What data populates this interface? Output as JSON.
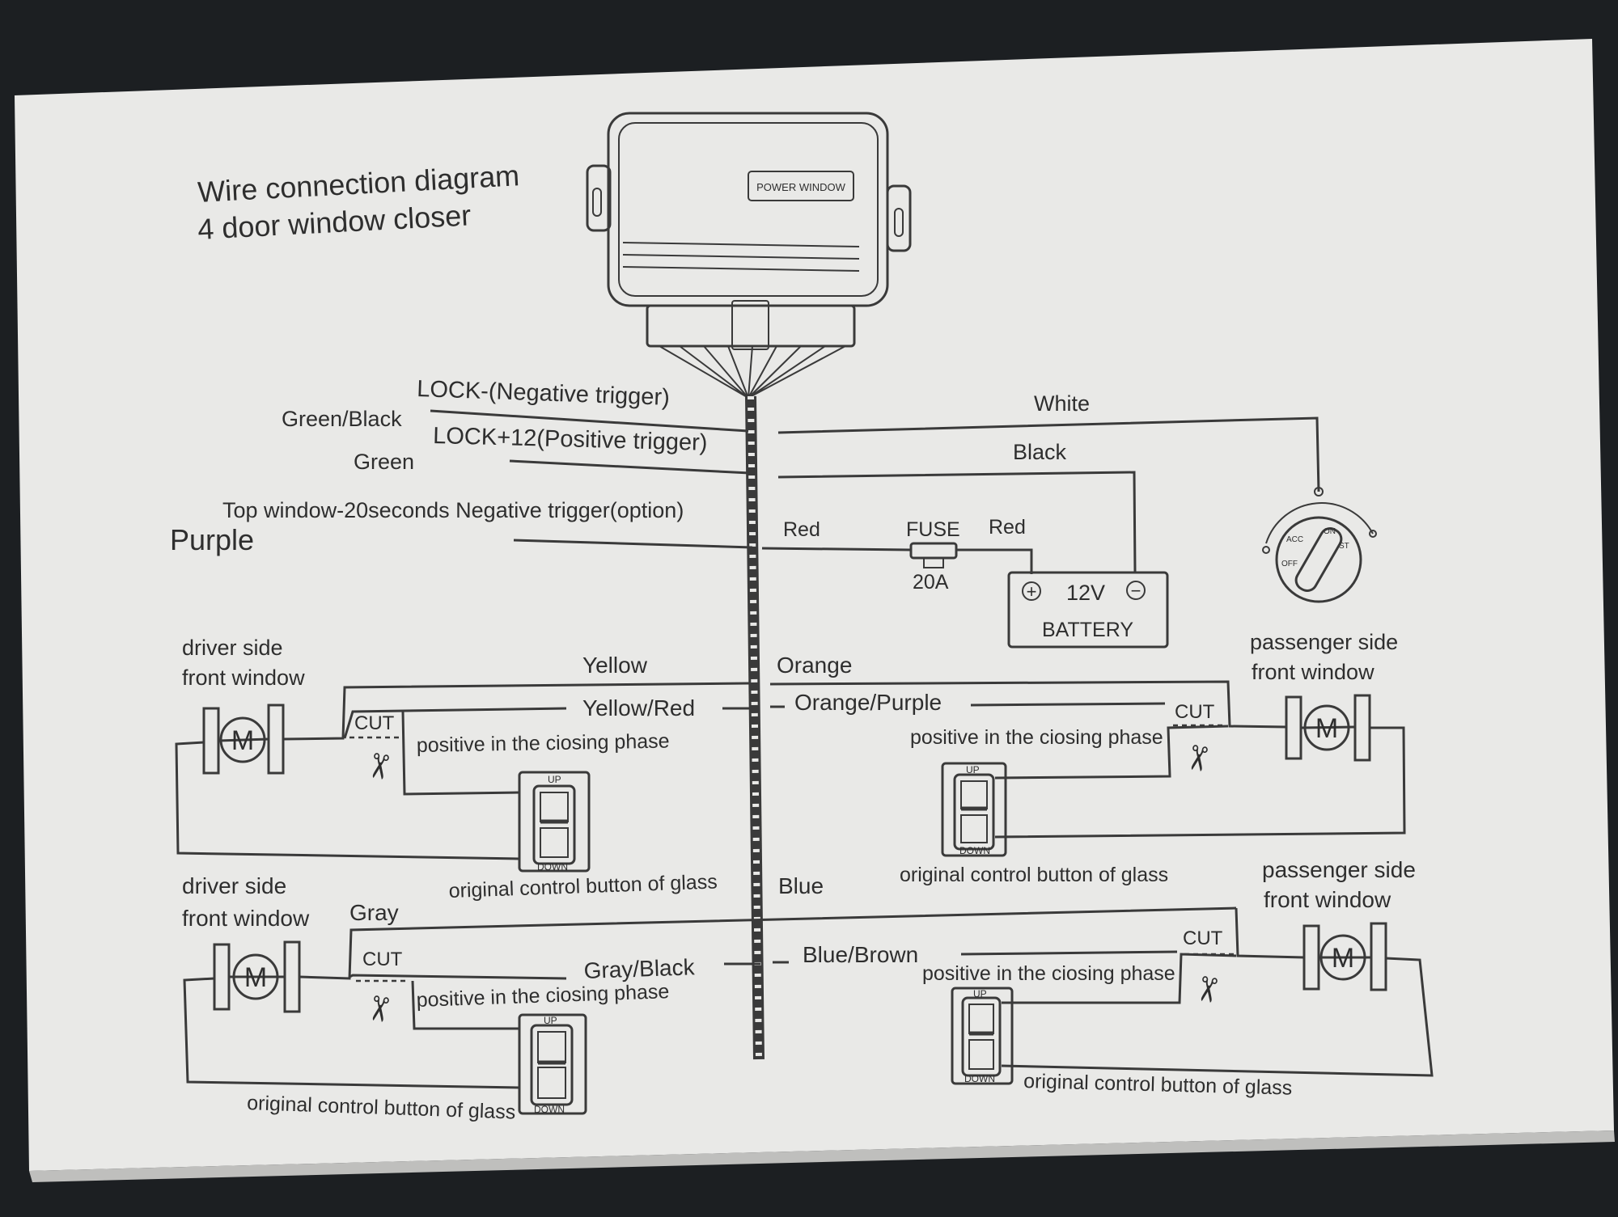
{
  "title": {
    "line1": "Wire connection diagram",
    "line2": "4 door window closer"
  },
  "module": {
    "label": "POWER WINDOW"
  },
  "inputs": {
    "green_black": "Green/Black",
    "lock_neg": "LOCK-(Negative trigger)",
    "green": "Green",
    "lock_pos": "LOCK+12(Positive trigger)",
    "top_window": "Top window-20seconds Negative trigger(option)",
    "purple": "Purple",
    "white": "White",
    "black": "Black"
  },
  "power": {
    "red_left": "Red",
    "fuse": "FUSE",
    "fuse_rating": "20A",
    "red_right": "Red",
    "battery_voltage": "12V",
    "battery": "BATTERY",
    "plus": "+",
    "minus": "−"
  },
  "ignition": {
    "acc": "ACC",
    "on": "ON",
    "st": "ST",
    "off": "OFF"
  },
  "doors": {
    "driver_front": {
      "title1": "driver side",
      "title2": "front window",
      "wire1": "Yellow",
      "wire2": "Yellow/Red",
      "cut": "CUT",
      "phase": "positive in the ciosing phase",
      "button_label": "original control button of glass",
      "motor": "M",
      "up": "UP",
      "down": "DOWN"
    },
    "passenger_front": {
      "title1": "passenger side",
      "title2": "front window",
      "wire1": "Orange",
      "wire2": "Orange/Purple",
      "cut": "CUT",
      "phase": "positive in the ciosing phase",
      "button_label": "original control button of glass",
      "motor": "M",
      "up": "UP",
      "down": "DOWN"
    },
    "driver_rear": {
      "title1": "driver side",
      "title2": "front window",
      "wire1": "Gray",
      "wire2": "Gray/Black",
      "cut": "CUT",
      "phase": "positive in the ciosing phase",
      "button_label": "original control button of glass",
      "motor": "M",
      "up": "UP",
      "down": "DOWN"
    },
    "passenger_rear": {
      "title1": "passenger side",
      "title2": "front window",
      "wire1": "Blue",
      "wire2": "Blue/Brown",
      "cut": "CUT",
      "phase": "positive in the ciosing phase",
      "button_label": "original control button of glass",
      "motor": "M",
      "up": "UP",
      "down": "DOWN"
    }
  },
  "colors": {
    "paper": "#ebebe9",
    "ink": "#3a3a3a",
    "background": "#1c1f22"
  }
}
